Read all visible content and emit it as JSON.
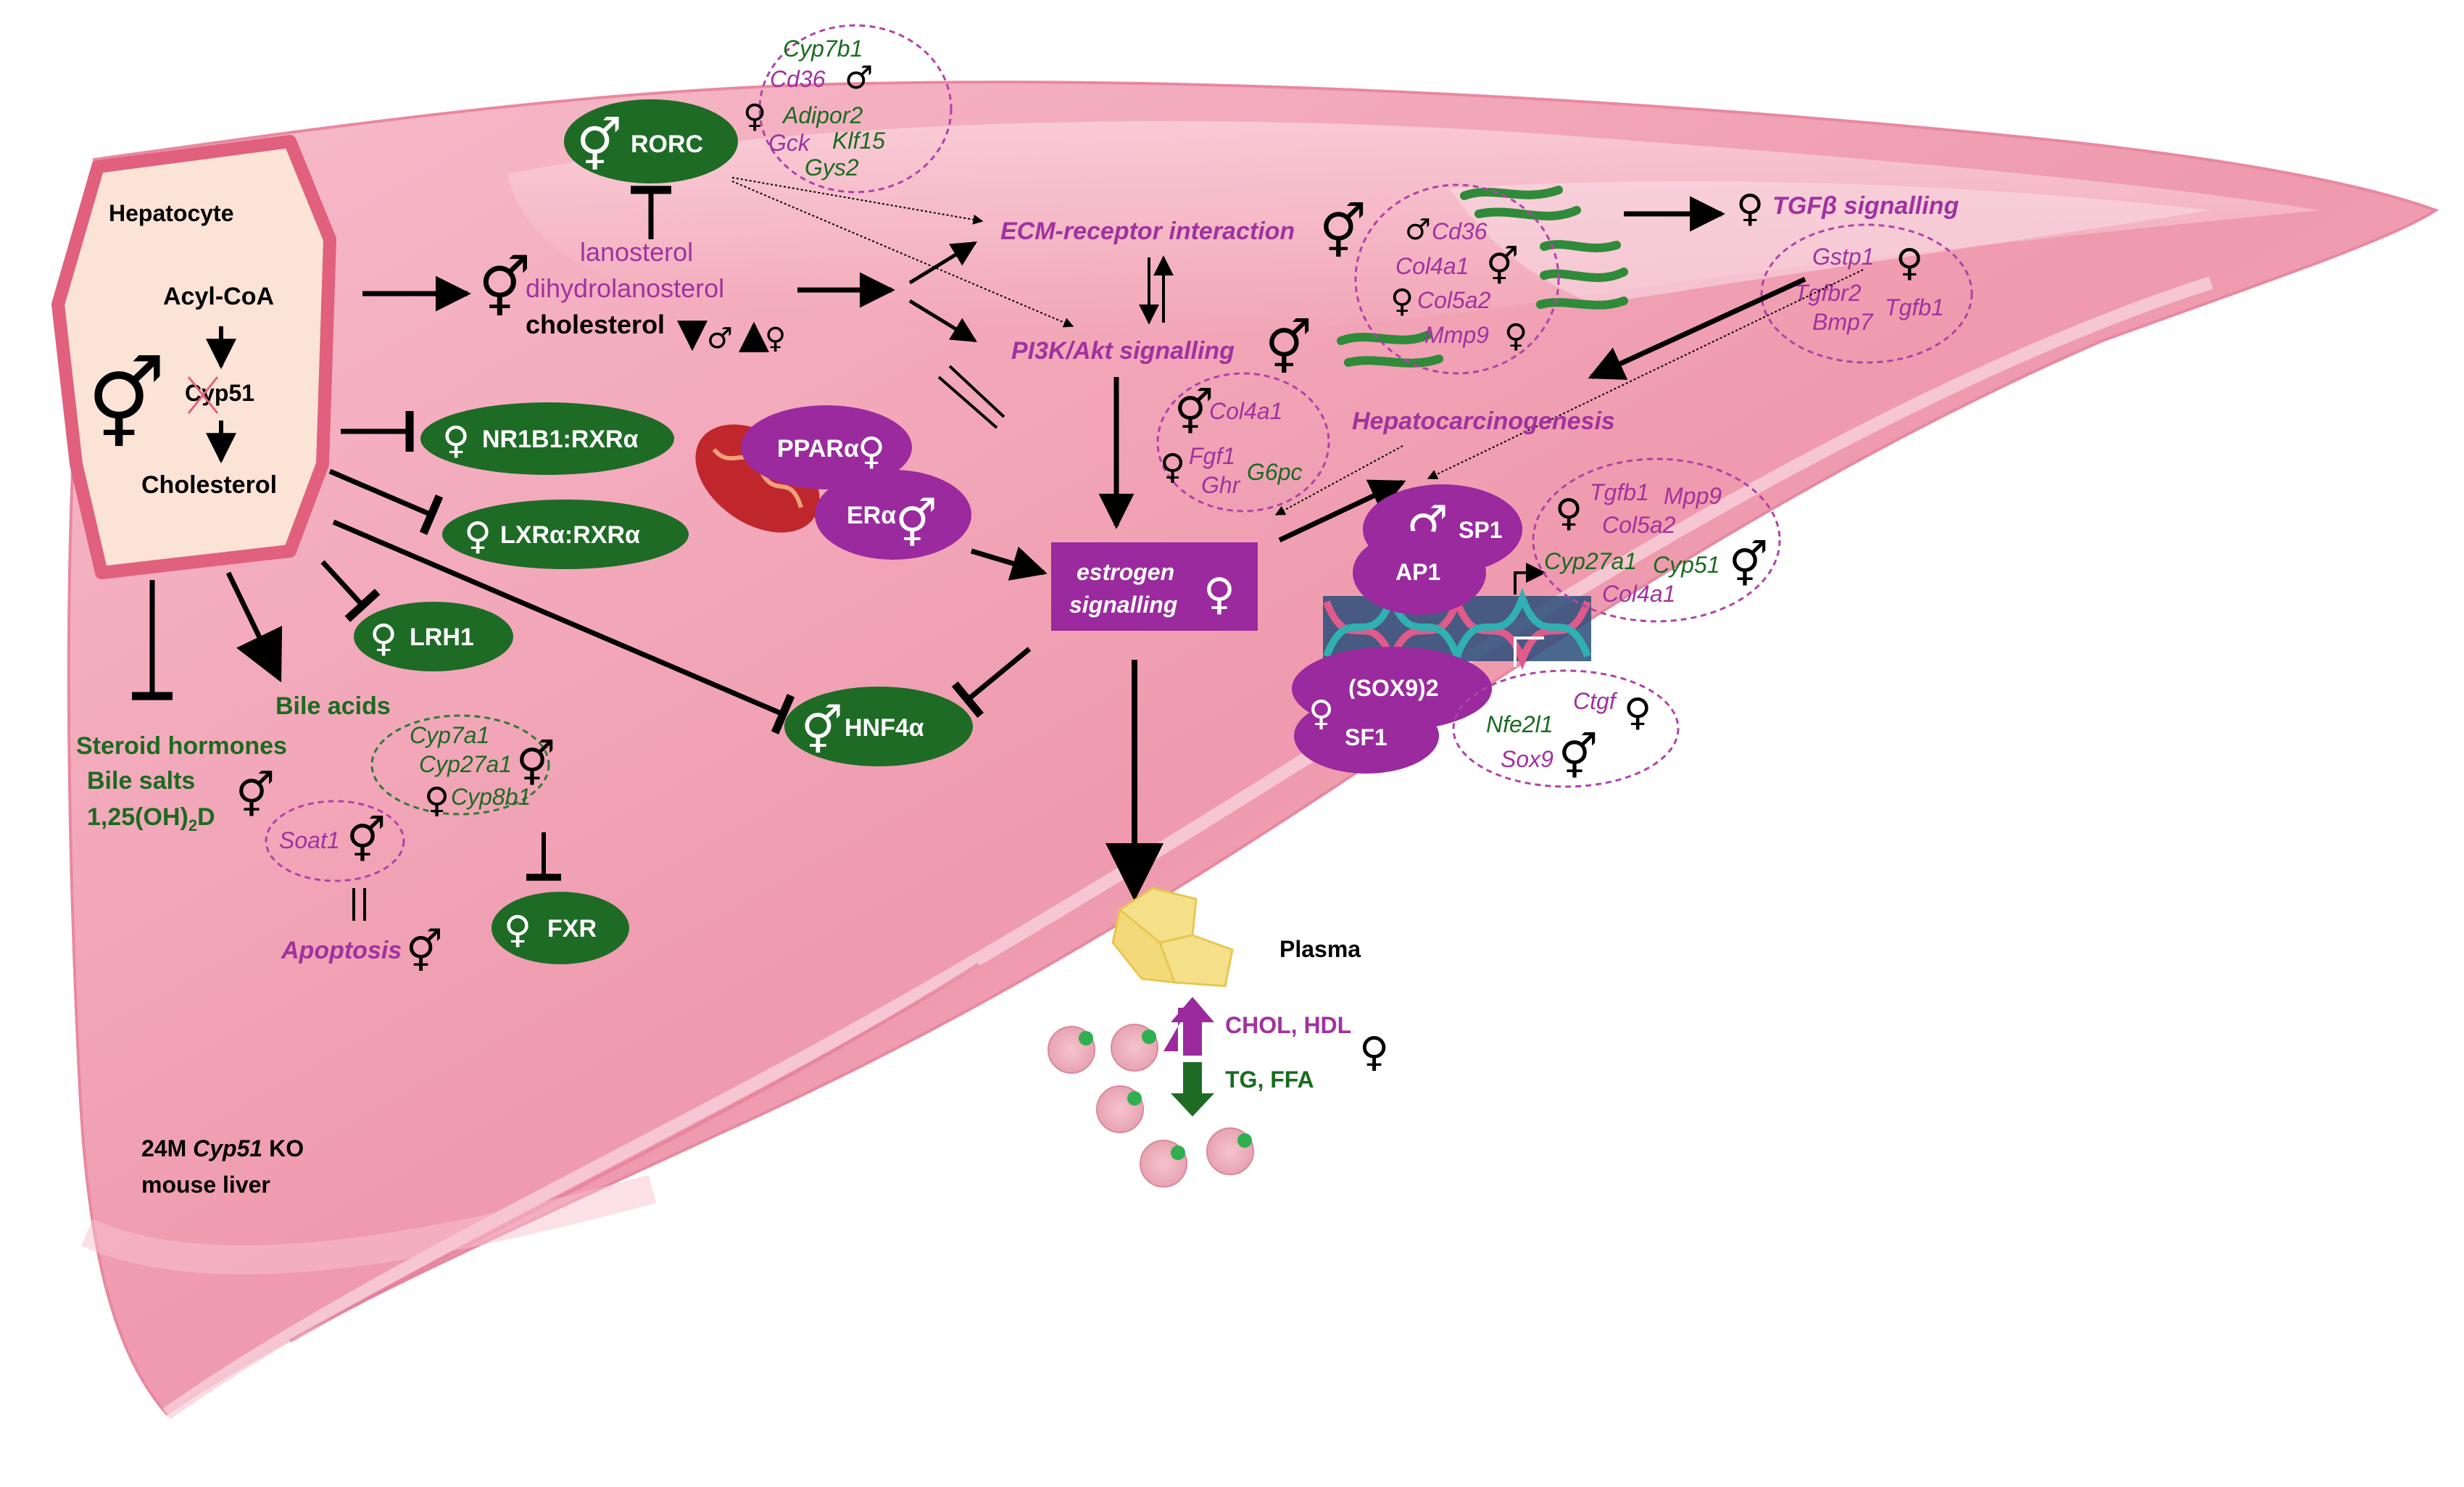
{
  "hepatocyte": {
    "title": "Hepatocyte",
    "acyl_coa": "Acyl-CoA",
    "enzyme": "Cyp51",
    "product": "Cholesterol",
    "sex": "⚥"
  },
  "sterols": {
    "lanosterol": "lanosterol",
    "dihydrolanosterol": "dihydrolanosterol",
    "cholesterol": "cholesterol",
    "sex": "⚥",
    "down_sex": "♂",
    "up_sex": "♀"
  },
  "receptors": {
    "rorc": "RORC",
    "rorc_sex": "⚥",
    "nr1b1": "NR1B1:RXRα",
    "nr1b1_sex": "♀",
    "lxra": "LXRα:RXRα",
    "lxra_sex": "♀",
    "lrh1": "LRH1",
    "lrh1_sex": "♀",
    "hnf4a": "HNF4α",
    "hnf4a_sex": "⚥",
    "fxr": "FXR",
    "fxr_sex": "♀",
    "ppara": "PPARα",
    "ppara_sex": "♀",
    "era": "ERα",
    "era_sex": "⚥"
  },
  "pathways": {
    "ecm": "ECM-receptor interaction",
    "ecm_sex": "⚥",
    "pi3k": "PI3K/Akt signalling",
    "pi3k_sex": "⚥",
    "tgfb": "TGFβ signalling",
    "tgfb_sex": "♀",
    "estrogen_line1": "estrogen",
    "estrogen_line2": "signalling",
    "estrogen_sex": "♀",
    "hepatocarcinogenesis": "Hepatocarcinogenesis",
    "apoptosis": "Apoptosis",
    "apoptosis_sex": "⚥"
  },
  "gene_groups": {
    "top": {
      "cyp7b1": "Cyp7b1",
      "cd36": "Cd36",
      "male": "♂",
      "female": "♀",
      "adipor2": "Adipor2",
      "gck": "Gck",
      "klf15": "Klf15",
      "gys2": "Gys2"
    },
    "ecm": {
      "male": "♂",
      "cd36": "Cd36",
      "col4a1": "Col4a1",
      "col4a1_sex": "⚥",
      "female": "♀",
      "col5a2": "Col5a2",
      "mmp9": "Mmp9",
      "mmp9_sex": "♀"
    },
    "tgfb": {
      "gstp1": "Gstp1",
      "sex": "♀",
      "tgfbr2": "Tgfbr2",
      "bmp7": "Bmp7",
      "tgfb1": "Tgfb1"
    },
    "pi3k": {
      "sex1": "⚥",
      "col4a1": "Col4a1",
      "sex2": "♀",
      "fgf1": "Fgf1",
      "ghr": "Ghr",
      "g6pc": "G6pc"
    },
    "sp1": {
      "female": "♀",
      "tgfb1": "Tgfb1",
      "mpp9": "Mpp9",
      "col5a2": "Col5a2",
      "cyp27a1": "Cyp27a1",
      "cyp51": "Cyp51",
      "sex": "⚥",
      "col4a1": "Col4a1"
    },
    "sox9": {
      "ctgf": "Ctgf",
      "ctgf_sex": "♀",
      "nfe2l1": "Nfe2l1",
      "sox9": "Sox9",
      "sox9_sex": "⚥"
    },
    "bile": {
      "cyp7a1": "Cyp7a1",
      "cyp27a1": "Cyp27a1",
      "sex1": "⚥",
      "sex2": "♀",
      "cyp8b1": "Cyp8b1"
    },
    "soat": {
      "soat1": "Soat1",
      "sex": "⚥"
    }
  },
  "transcription_factors": {
    "sp1": "SP1",
    "sp1_sex": "⚥",
    "ap1": "AP1",
    "sox9": "(SOX9)2",
    "sf1": "SF1",
    "sf1_sex": "♀"
  },
  "outputs": {
    "bile_acids": "Bile acids",
    "steroid_hormones": "Steroid hormones",
    "bile_salts": "Bile salts",
    "vitamin_d": "1,25(OH)",
    "vitamin_d_sub": "2",
    "vitamin_d_end": "D",
    "steroid_sex": "⚥"
  },
  "plasma": {
    "label": "Plasma",
    "up": "CHOL, HDL",
    "down": "TG, FFA",
    "sex": "♀"
  },
  "caption": {
    "line1_prefix": "24M ",
    "line1_gene": "Cyp51",
    "line1_suffix": " KO",
    "line2": "mouse liver"
  },
  "colors": {
    "liver_light": "#f7c9d2",
    "liver_mid": "#f09bb0",
    "liver_dark": "#d9667f",
    "green": "#1e6b26",
    "green_text": "#1a6b1f",
    "magenta": "#9a2a9e",
    "magenta_text": "#a0329f",
    "hepatocyte_fill": "#fbe3d6",
    "hepatocyte_border": "#e0607e",
    "cell_fill": "#f5e08a",
    "arrow": "#000000"
  }
}
